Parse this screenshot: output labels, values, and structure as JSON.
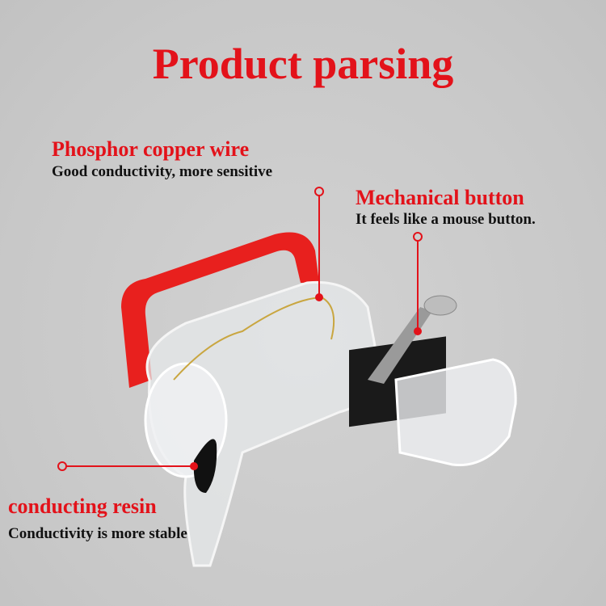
{
  "title": "Product parsing",
  "colors": {
    "accent": "#e3121a",
    "text": "#111111",
    "background": "#c9c9c9"
  },
  "callouts": [
    {
      "label": "Phosphor copper wire",
      "description": "Good conductivity, more sensitive"
    },
    {
      "label": "Mechanical button",
      "description": "It feels like a mouse button."
    },
    {
      "label": "conducting resin",
      "description": "Conductivity is more stable"
    }
  ]
}
